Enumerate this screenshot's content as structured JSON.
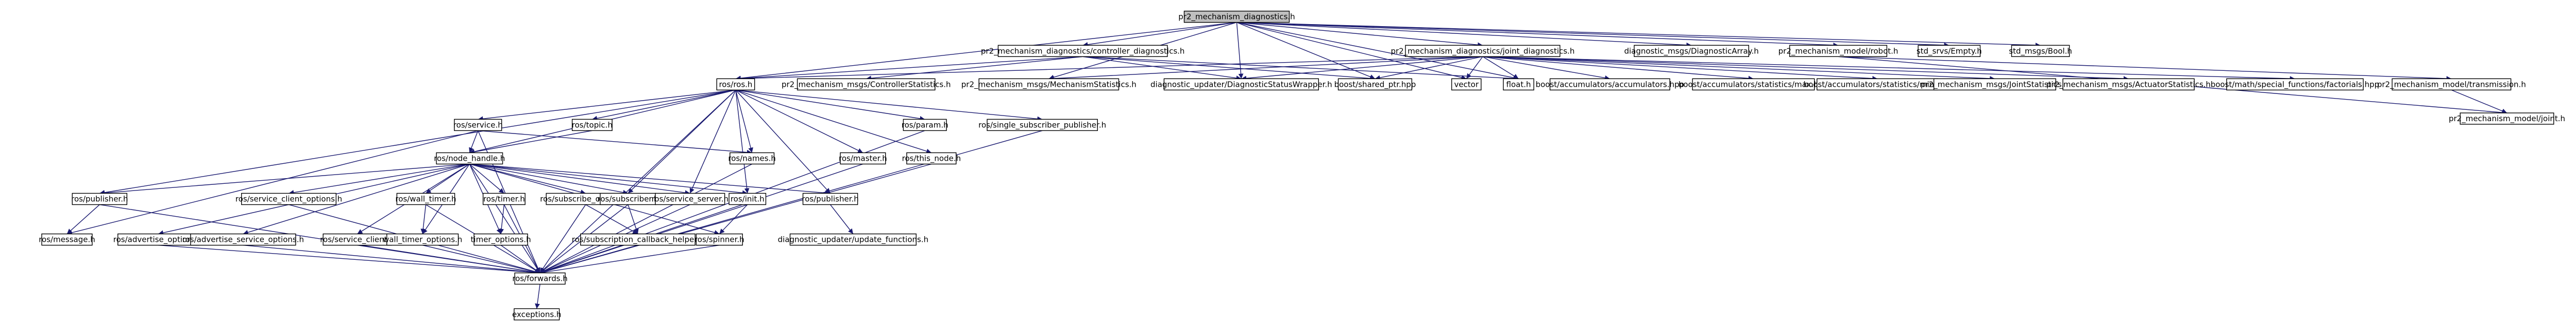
{
  "nodes": [
    {
      "id": "root",
      "label": "pr2_mechanism_diagnostics.h",
      "style": "root"
    },
    {
      "id": "ctrl_diag",
      "label": "pr2_mechanism_diagnostics/controller_diagnostics.h",
      "style": "normal"
    },
    {
      "id": "joint_diag",
      "label": "pr2_mechanism_diagnostics/joint_diagnostics.h",
      "style": "normal"
    },
    {
      "id": "diag_array",
      "label": "diagnostic_msgs/DiagnosticArray.h",
      "style": "normal"
    },
    {
      "id": "robot_h",
      "label": "pr2_mechanism_model/robot.h",
      "style": "normal"
    },
    {
      "id": "empty_h",
      "label": "std_srvs/Empty.h",
      "style": "normal"
    },
    {
      "id": "bool_h",
      "label": "std_msgs/Bool.h",
      "style": "normal"
    },
    {
      "id": "ros_h",
      "label": "ros/ros.h",
      "style": "normal"
    },
    {
      "id": "ctrl_stats",
      "label": "pr2_mechanism_msgs/ControllerStatistics.h",
      "style": "normal"
    },
    {
      "id": "mech_stats",
      "label": "pr2_mechanism_msgs/MechanismStatistics.h",
      "style": "normal"
    },
    {
      "id": "diag_status_wrapper",
      "label": "diagnostic_updater/DiagnosticStatusWrapper.h",
      "style": "normal"
    },
    {
      "id": "shared_ptr",
      "label": "boost/shared_ptr.hpp",
      "style": "normal"
    },
    {
      "id": "vector",
      "label": "vector",
      "style": "normal"
    },
    {
      "id": "float_h",
      "label": "float.h",
      "style": "normal"
    },
    {
      "id": "acc_accumulators",
      "label": "boost/accumulators/accumulators.hpp",
      "style": "normal"
    },
    {
      "id": "acc_max",
      "label": "boost/accumulators/statistics/max.hpp",
      "style": "normal"
    },
    {
      "id": "acc_min",
      "label": "boost/accumulators/statistics/min.hpp",
      "style": "normal"
    },
    {
      "id": "joint_stats",
      "label": "pr2_mechanism_msgs/JointStatistics.h",
      "style": "normal"
    },
    {
      "id": "actuator_stats",
      "label": "pr2_mechanism_msgs/ActuatorStatistics.h",
      "style": "normal"
    },
    {
      "id": "factorials",
      "label": "boost/math/special_functions/factorials.hpp",
      "style": "normal"
    },
    {
      "id": "transmission_h",
      "label": "pr2_mechanism_model/transmission.h",
      "style": "normal"
    },
    {
      "id": "joint_h",
      "label": "pr2_mechanism_model/joint.h",
      "style": "normal"
    },
    {
      "id": "service_h",
      "label": "ros/service.h",
      "style": "normal"
    },
    {
      "id": "topic_h",
      "label": "ros/topic.h",
      "style": "normal"
    },
    {
      "id": "param_h",
      "label": "ros/param.h",
      "style": "normal"
    },
    {
      "id": "single_sub_pub",
      "label": "ros/single_subscriber_publisher.h",
      "style": "normal"
    },
    {
      "id": "node_handle",
      "label": "ros/node_handle.h",
      "style": "normal"
    },
    {
      "id": "names_h",
      "label": "ros/names.h",
      "style": "normal"
    },
    {
      "id": "master_h",
      "label": "ros/master.h",
      "style": "normal"
    },
    {
      "id": "this_node",
      "label": "ros/this_node.h",
      "style": "normal"
    },
    {
      "id": "publisher_l",
      "label": "ros/publisher.h",
      "style": "normal"
    },
    {
      "id": "service_client_opts",
      "label": "ros/service_client_options.h",
      "style": "normal"
    },
    {
      "id": "wall_timer",
      "label": "ros/wall_timer.h",
      "style": "normal"
    },
    {
      "id": "timer_h",
      "label": "ros/timer.h",
      "style": "normal"
    },
    {
      "id": "subscribe_opts",
      "label": "ros/subscribe_options.h",
      "style": "missing"
    },
    {
      "id": "subscriber_h",
      "label": "ros/subscriber.h",
      "style": "normal"
    },
    {
      "id": "service_server",
      "label": "ros/service_server.h",
      "style": "normal"
    },
    {
      "id": "init_h",
      "label": "ros/init.h",
      "style": "normal"
    },
    {
      "id": "publisher_r",
      "label": "ros/publisher.h",
      "style": "normal"
    },
    {
      "id": "message_h",
      "label": "ros/message.h",
      "style": "normal"
    },
    {
      "id": "advertise_opts",
      "label": "ros/advertise_options.h",
      "style": "normal"
    },
    {
      "id": "advertise_service_opts",
      "label": "ros/advertise_service_options.h",
      "style": "missing"
    },
    {
      "id": "service_client",
      "label": "ros/service_client.h",
      "style": "normal"
    },
    {
      "id": "wall_timer_opts",
      "label": "wall_timer_options.h",
      "style": "normal"
    },
    {
      "id": "timer_opts",
      "label": "timer_options.h",
      "style": "normal"
    },
    {
      "id": "sub_callback_helper",
      "label": "ros/subscription_callback_helper.h",
      "style": "missing"
    },
    {
      "id": "spinner_h",
      "label": "ros/spinner.h",
      "style": "normal"
    },
    {
      "id": "update_functions",
      "label": "diagnostic_updater/update_functions.h",
      "style": "missing"
    },
    {
      "id": "forwards_h",
      "label": "ros/forwards.h",
      "style": "normal"
    },
    {
      "id": "exceptions_h",
      "label": "exceptions.h",
      "style": "normal"
    }
  ],
  "edges": [
    [
      "root",
      "ctrl_diag"
    ],
    [
      "root",
      "joint_diag"
    ],
    [
      "root",
      "diag_array"
    ],
    [
      "root",
      "robot_h"
    ],
    [
      "root",
      "empty_h"
    ],
    [
      "root",
      "bool_h"
    ],
    [
      "root",
      "ros_h"
    ],
    [
      "root",
      "mech_stats"
    ],
    [
      "root",
      "diag_status_wrapper"
    ],
    [
      "root",
      "shared_ptr"
    ],
    [
      "root",
      "vector"
    ],
    [
      "root",
      "float_h"
    ],
    [
      "ctrl_diag",
      "ros_h"
    ],
    [
      "ctrl_diag",
      "ctrl_stats"
    ],
    [
      "ctrl_diag",
      "diag_status_wrapper"
    ],
    [
      "ctrl_diag",
      "shared_ptr"
    ],
    [
      "ctrl_diag",
      "float_h"
    ],
    [
      "joint_diag",
      "ros_h"
    ],
    [
      "joint_diag",
      "mech_stats"
    ],
    [
      "joint_diag",
      "diag_status_wrapper"
    ],
    [
      "joint_diag",
      "shared_ptr"
    ],
    [
      "joint_diag",
      "vector"
    ],
    [
      "joint_diag",
      "float_h"
    ],
    [
      "joint_diag",
      "acc_accumulators"
    ],
    [
      "joint_diag",
      "acc_max"
    ],
    [
      "joint_diag",
      "acc_min"
    ],
    [
      "joint_diag",
      "joint_stats"
    ],
    [
      "joint_diag",
      "actuator_stats"
    ],
    [
      "joint_diag",
      "factorials"
    ],
    [
      "robot_h",
      "transmission_h"
    ],
    [
      "robot_h",
      "joint_h"
    ],
    [
      "transmission_h",
      "joint_h"
    ],
    [
      "ros_h",
      "service_h"
    ],
    [
      "ros_h",
      "topic_h"
    ],
    [
      "ros_h",
      "param_h"
    ],
    [
      "ros_h",
      "single_sub_pub"
    ],
    [
      "ros_h",
      "node_handle"
    ],
    [
      "ros_h",
      "names_h"
    ],
    [
      "ros_h",
      "master_h"
    ],
    [
      "ros_h",
      "this_node"
    ],
    [
      "ros_h",
      "publisher_l"
    ],
    [
      "ros_h",
      "subscriber_h"
    ],
    [
      "ros_h",
      "service_server"
    ],
    [
      "ros_h",
      "init_h"
    ],
    [
      "ros_h",
      "publisher_r"
    ],
    [
      "ros_h",
      "forwards_h"
    ],
    [
      "service_h",
      "node_handle"
    ],
    [
      "service_h",
      "names_h"
    ],
    [
      "service_h",
      "message_h"
    ],
    [
      "service_h",
      "forwards_h"
    ],
    [
      "topic_h",
      "node_handle"
    ],
    [
      "node_handle",
      "publisher_l"
    ],
    [
      "node_handle",
      "service_client_opts"
    ],
    [
      "node_handle",
      "wall_timer"
    ],
    [
      "node_handle",
      "timer_h"
    ],
    [
      "node_handle",
      "subscribe_opts"
    ],
    [
      "node_handle",
      "subscriber_h"
    ],
    [
      "node_handle",
      "service_server"
    ],
    [
      "node_handle",
      "init_h"
    ],
    [
      "node_handle",
      "publisher_r"
    ],
    [
      "node_handle",
      "advertise_opts"
    ],
    [
      "node_handle",
      "advertise_service_opts"
    ],
    [
      "node_handle",
      "service_client"
    ],
    [
      "node_handle",
      "wall_timer_opts"
    ],
    [
      "node_handle",
      "timer_opts"
    ],
    [
      "node_handle",
      "spinner_h"
    ],
    [
      "node_handle",
      "forwards_h"
    ],
    [
      "names_h",
      "forwards_h"
    ],
    [
      "master_h",
      "forwards_h"
    ],
    [
      "this_node",
      "forwards_h"
    ],
    [
      "param_h",
      "forwards_h"
    ],
    [
      "single_sub_pub",
      "forwards_h"
    ],
    [
      "publisher_l",
      "message_h"
    ],
    [
      "publisher_l",
      "forwards_h"
    ],
    [
      "service_client_opts",
      "forwards_h"
    ],
    [
      "wall_timer",
      "wall_timer_opts"
    ],
    [
      "wall_timer",
      "forwards_h"
    ],
    [
      "timer_h",
      "timer_opts"
    ],
    [
      "timer_h",
      "forwards_h"
    ],
    [
      "subscribe_opts",
      "sub_callback_helper"
    ],
    [
      "subscribe_opts",
      "forwards_h"
    ],
    [
      "subscriber_h",
      "sub_callback_helper"
    ],
    [
      "subscriber_h",
      "forwards_h"
    ],
    [
      "service_server",
      "forwards_h"
    ],
    [
      "init_h",
      "spinner_h"
    ],
    [
      "init_h",
      "forwards_h"
    ],
    [
      "publisher_r",
      "update_functions"
    ],
    [
      "advertise_opts",
      "forwards_h"
    ],
    [
      "advertise_service_opts",
      "forwards_h"
    ],
    [
      "service_client",
      "forwards_h"
    ],
    [
      "wall_timer_opts",
      "forwards_h"
    ],
    [
      "timer_opts",
      "forwards_h"
    ],
    [
      "sub_callback_helper",
      "forwards_h"
    ],
    [
      "spinner_h",
      "forwards_h"
    ],
    [
      "forwards_h",
      "exceptions_h"
    ]
  ],
  "colors": {
    "root_fill": "#bfbfbf",
    "node_fill": "#ffffff",
    "node_border": "#000000",
    "missing_border": "#ff0000",
    "edge": "#191970"
  }
}
